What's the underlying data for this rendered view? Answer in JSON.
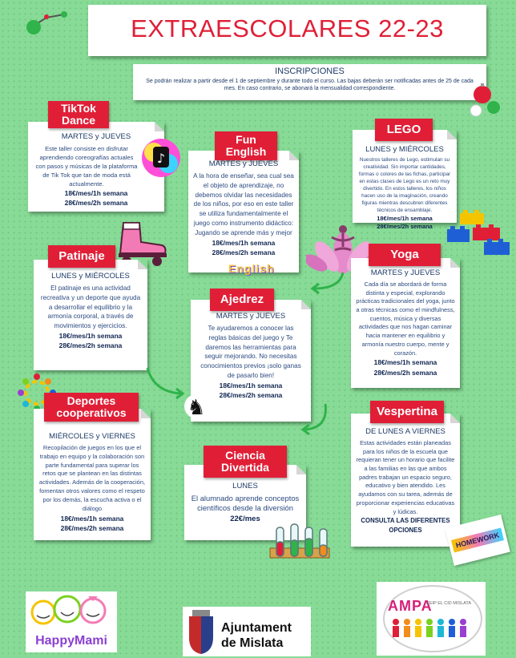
{
  "header": {
    "title": "EXTRAESCOLARES 22-23"
  },
  "inscripciones": {
    "heading": "INSCRIPCIONES",
    "text": "Se podrán realizar a partir desde el 1 de septiembre y durante todo el curso. Las bajas deberán ser notificadas antes de 25 de cada mes. En caso contrario, se abonará la mensualidad correspondiente."
  },
  "tiktok": {
    "label": "TikTok Dance",
    "days": "MARTES y JUEVES",
    "desc": "Este taller consiste en disfrutar aprendiendo coreografías actuales con pasos y músicas de la plataforma de Tik Tok que tan de moda está actualmente.",
    "price1": "18€/mes/1h semana",
    "price2": "28€/mes/2h semana"
  },
  "english": {
    "label": "Fun English",
    "days": "MARTES y JUEVES",
    "desc": "A la hora de enseñar, sea cual sea el objeto de aprendizaje, no debemos olvidar las necesidades de los niños, por eso en este taller se utiliza fundamentalmente el juego como instrumento didáctico: Jugando se aprende más y mejor",
    "price1": "18€/mes/1h semana",
    "price2": "28€/mes/2h semana",
    "badge": "English"
  },
  "lego": {
    "label": "LEGO",
    "days": "LUNES y MIÉRCOLES",
    "desc": "Nuestros talleres de Lego, estimulan su creatividad. Sin importar cantidades, formas o colores de las fichas, participar en estas clases de Lego es un reto muy divertido. En estos talleres, los niños hacen uso de la imaginación, creando figuras mientras descubren diferentes técnicos de ensamblaje.",
    "price1": "18€/mes/1h semana",
    "price2": "28€/mes/2h semana"
  },
  "patinaje": {
    "label": "Patinaje",
    "days": "LUNES y MIÉRCOLES",
    "desc": "El patinaje es una actividad recreativa y un deporte que ayuda a desarrollar el equilibrio y la armonía corporal, a través de movimientos y ejercicios.",
    "price1": "18€/mes/1h semana",
    "price2": "28€/mes/2h semana"
  },
  "yoga": {
    "label": "Yoga",
    "days": "MARTES y JUEVES",
    "desc": "Cada día se abordará de forma distinta y especial, explorando prácticas tradicionales del yoga, junto a otras técnicas como el mindfulness, cuentos, música y diversas actividades que nos hagan caminar hacia mantener en equilibrio y armonía nuestro cuerpo, mente y corazón.",
    "price1": "18€/mes/1h semana",
    "price2": "28€/mes/2h semana"
  },
  "ajedrez": {
    "label": "Ajedrez",
    "days": "MARTES y JUEVES",
    "desc": "Te ayudaremos a conocer las reglas básicas del juego y Te daremos las herramientas para seguir mejorando. No necesitas conocimientos previos ¡solo ganas de pasarlo bien!",
    "price1": "18€/mes/1h semana",
    "price2": "28€/mes/2h semana"
  },
  "deportes": {
    "label": "Deportes cooperativos",
    "days": "MIÉRCOLES y VIERNES",
    "desc": "Recopilación de juegos en los que el trabajo en equipo y la colaboración son parte fundamental para superar los retos que se plantean en las distintas actividades. Además de la cooperación, fomentan otros valores como el respeto por los demás, la escucha activa o el diálogo",
    "price1": "18€/mes/1h semana",
    "price2": "28€/mes/2h semana"
  },
  "ciencia": {
    "label": "Ciencia Divertida",
    "days": "LUNES",
    "desc": "El alumnado aprende conceptos científicos desde la diversión",
    "price1": "22€/mes"
  },
  "vespertina": {
    "label": "Vespertina",
    "days": "DE LUNES A VIERNES",
    "desc": "Estas actividades están planeadas para los niños de la escuela que requieran tener un horario que facilite a las familias en las que ambos padres trabajan un espacio seguro, educativo y bien atendido. Les ayudamos con su tarea, además de proporcionar experiencias educativas y lúdicas.",
    "price1": "CONSULTA LAS DIFERENTES OPCIONES",
    "badge": "HOMEWORK"
  },
  "logos": {
    "happy": "HappyMami",
    "ayto1": "Ajuntament",
    "ayto2": "de Mislata",
    "ampa": "AMPA",
    "ampa_sub": "CEIP EL CID MISLATA"
  },
  "colors": {
    "accent": "#e01f37",
    "background": "#87db96",
    "text": "#1d3a68"
  },
  "icons": [
    "molecule-icon",
    "tiktok-icon",
    "roller-skate-icon",
    "lotus-yoga-icon",
    "chess-knight-icon",
    "people-circle-icon",
    "lego-bricks-icon",
    "test-tubes-icon",
    "ornaments-icon"
  ]
}
